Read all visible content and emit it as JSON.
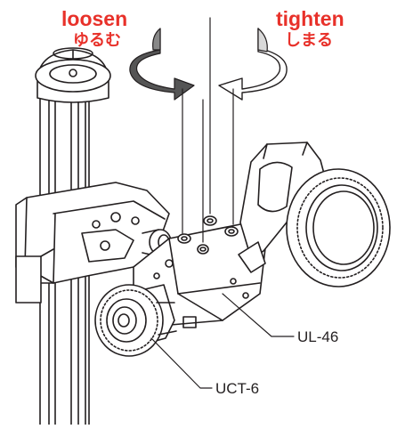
{
  "labels": {
    "loosen_en": "loosen",
    "loosen_jp": "ゆるむ",
    "tighten_en": "tighten",
    "tighten_jp": "しまる",
    "part_ul": "UL-46",
    "part_uct": "UCT-6"
  },
  "colors": {
    "accent_red": "#e8312a",
    "ink": "#231f20",
    "arrow_dark": "#555555",
    "arrow_light": "#ffffff",
    "background": "#ffffff"
  },
  "icons": {
    "loosen_arrow": "counterclockwise-arrow-icon",
    "tighten_arrow": "clockwise-arrow-icon"
  }
}
